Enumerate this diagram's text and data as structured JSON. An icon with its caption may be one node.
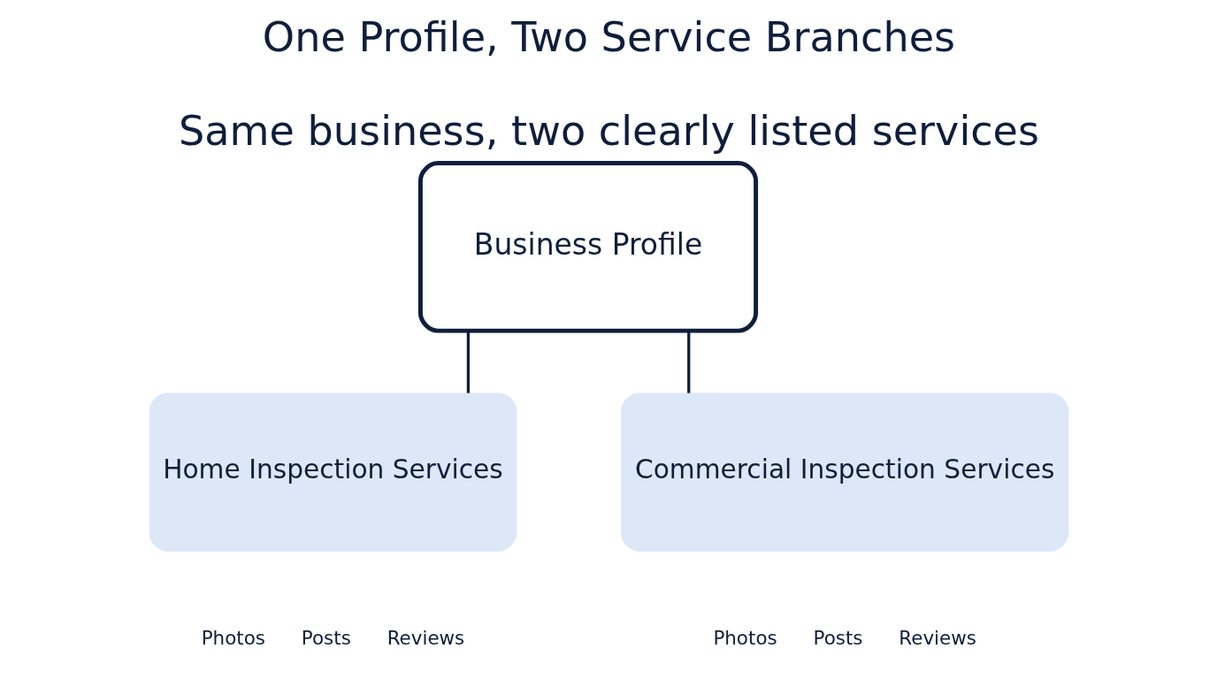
{
  "diagram": {
    "title": "One Profile, Two Service Branches",
    "caption": "Same business, two clearly listed services",
    "nodes": [
      {
        "text": [
          "Business Profile"
        ]
      },
      {
        "text": [
          "Home Inspection Services"
        ],
        "beside": [
          "Photos",
          "Posts",
          "Reviews"
        ]
      },
      {
        "text": [
          "Commercial Inspection Services"
        ],
        "beside": [
          "Photos",
          "Posts",
          "Reviews"
        ]
      }
    ],
    "edges": [
      {
        "from": 0,
        "to": 1,
        "arrow": "none"
      },
      {
        "from": 0,
        "to": 2,
        "arrow": "none"
      }
    ]
  }
}
